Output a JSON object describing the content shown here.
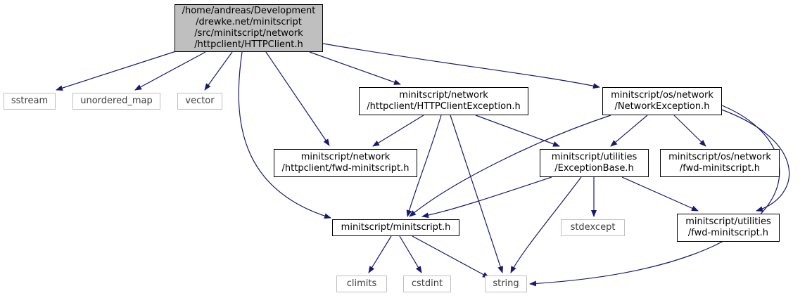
{
  "diagram": {
    "edge_color": "#191970",
    "root_fill": "#bfbfbf",
    "system_border": "#bfbfbf",
    "nodes": {
      "root": {
        "lines": [
          "/home/andreas/Development",
          "/drewke.net/minitscript",
          "/src/minitscript/network",
          "/httpclient/HTTPClient.h"
        ]
      },
      "sstream": {
        "lines": [
          "sstream"
        ]
      },
      "unordered_map": {
        "lines": [
          "unordered_map"
        ]
      },
      "vector": {
        "lines": [
          "vector"
        ]
      },
      "httpclientexception": {
        "lines": [
          "minitscript/network",
          "/httpclient/HTTPClientException.h"
        ]
      },
      "networkexception": {
        "lines": [
          "minitscript/os/network",
          "/NetworkException.h"
        ]
      },
      "fwd_network": {
        "lines": [
          "minitscript/network",
          "/httpclient/fwd-minitscript.h"
        ]
      },
      "exceptionbase": {
        "lines": [
          "minitscript/utilities",
          "/ExceptionBase.h"
        ]
      },
      "fwd_osnetwork": {
        "lines": [
          "minitscript/os/network",
          "/fwd-minitscript.h"
        ]
      },
      "minitscript_h": {
        "lines": [
          "minitscript/minitscript.h"
        ]
      },
      "stdexcept": {
        "lines": [
          "stdexcept"
        ]
      },
      "fwd_utilities": {
        "lines": [
          "minitscript/utilities",
          "/fwd-minitscript.h"
        ]
      },
      "climits": {
        "lines": [
          "climits"
        ]
      },
      "cstdint": {
        "lines": [
          "cstdint"
        ]
      },
      "string": {
        "lines": [
          "string"
        ]
      }
    },
    "edges": [
      [
        "root",
        "sstream"
      ],
      [
        "root",
        "unordered_map"
      ],
      [
        "root",
        "vector"
      ],
      [
        "root",
        "minitscript_h"
      ],
      [
        "root",
        "fwd_network"
      ],
      [
        "root",
        "httpclientexception"
      ],
      [
        "root",
        "networkexception"
      ],
      [
        "httpclientexception",
        "fwd_network"
      ],
      [
        "httpclientexception",
        "minitscript_h"
      ],
      [
        "httpclientexception",
        "string"
      ],
      [
        "httpclientexception",
        "exceptionbase"
      ],
      [
        "networkexception",
        "minitscript_h"
      ],
      [
        "networkexception",
        "exceptionbase"
      ],
      [
        "networkexception",
        "fwd_osnetwork"
      ],
      [
        "networkexception",
        "fwd_utilities"
      ],
      [
        "networkexception",
        "string"
      ],
      [
        "exceptionbase",
        "minitscript_h"
      ],
      [
        "exceptionbase",
        "string"
      ],
      [
        "exceptionbase",
        "stdexcept"
      ],
      [
        "exceptionbase",
        "fwd_utilities"
      ],
      [
        "minitscript_h",
        "climits"
      ],
      [
        "minitscript_h",
        "cstdint"
      ],
      [
        "minitscript_h",
        "string"
      ]
    ]
  }
}
